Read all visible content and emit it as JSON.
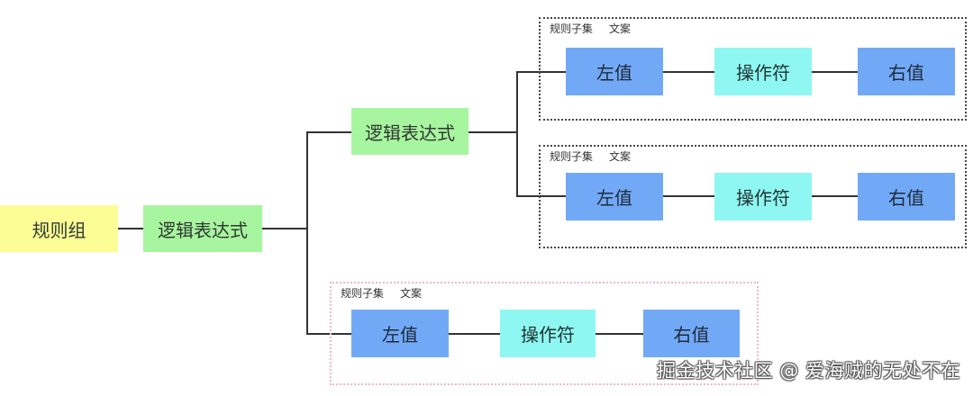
{
  "diagram": {
    "root": {
      "label": "规则组",
      "color": "#fdfd96"
    },
    "main_expression": {
      "label": "逻辑表达式",
      "color": "#a8f5a0"
    },
    "nested_expression": {
      "label": "逻辑表达式",
      "color": "#a8f5a0"
    },
    "subsets": [
      {
        "label": "规则子集",
        "caption": "文案",
        "border": "dotted-black",
        "left": {
          "label": "左值",
          "color": "#71a9f7"
        },
        "operator": {
          "label": "操作符",
          "color": "#8ff7f2"
        },
        "right": {
          "label": "右值",
          "color": "#71a9f7"
        }
      },
      {
        "label": "规则子集",
        "caption": "文案",
        "border": "dotted-black",
        "left": {
          "label": "左值",
          "color": "#71a9f7"
        },
        "operator": {
          "label": "操作符",
          "color": "#8ff7f2"
        },
        "right": {
          "label": "右值",
          "color": "#71a9f7"
        }
      },
      {
        "label": "规则子集",
        "caption": "文案",
        "border": "dotted-pink",
        "left": {
          "label": "左值",
          "color": "#71a9f7"
        },
        "operator": {
          "label": "操作符",
          "color": "#8ff7f2"
        },
        "right": {
          "label": "右值",
          "color": "#71a9f7"
        }
      }
    ]
  },
  "watermark": "掘金技术社区 @ 爱海贼的无处不在"
}
